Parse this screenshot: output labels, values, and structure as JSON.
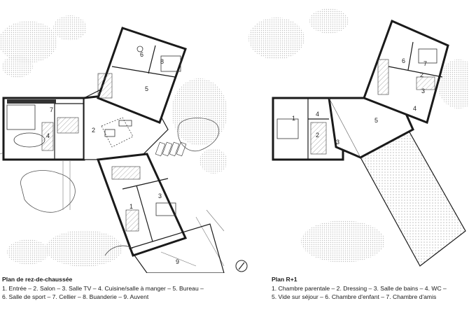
{
  "ground_floor": {
    "title": "Plan de rez-de-chaussée",
    "legend_line1": "1. Entrée – 2. Salon – 3. Salle TV – 4. Cuisine/salle à manger – 5. Bureau –",
    "legend_line2": "6. Salle de sport – 7. Cellier – 8. Buanderie – 9. Auvent",
    "rooms": [
      "1",
      "2",
      "3",
      "4",
      "5",
      "6",
      "7",
      "8",
      "9"
    ]
  },
  "upper_floor": {
    "title": "Plan R+1",
    "legend_line1": "1. Chambre parentale – 2. Dressing – 3. Salle de bains – 4. WC –",
    "legend_line2": "5. Vide sur séjour – 6. Chambre d'enfant – 7. Chambre d'amis",
    "rooms": [
      "1",
      "2",
      "3",
      "4",
      "5",
      "6",
      "7",
      "4",
      "3",
      "2"
    ]
  },
  "colors": {
    "wall": "#1a1a1a",
    "tree": "#c9c9c9",
    "hatch": "#8a8a8a",
    "terrace": "#b5b5b5"
  },
  "icons": [
    "north-arrow-icon"
  ]
}
